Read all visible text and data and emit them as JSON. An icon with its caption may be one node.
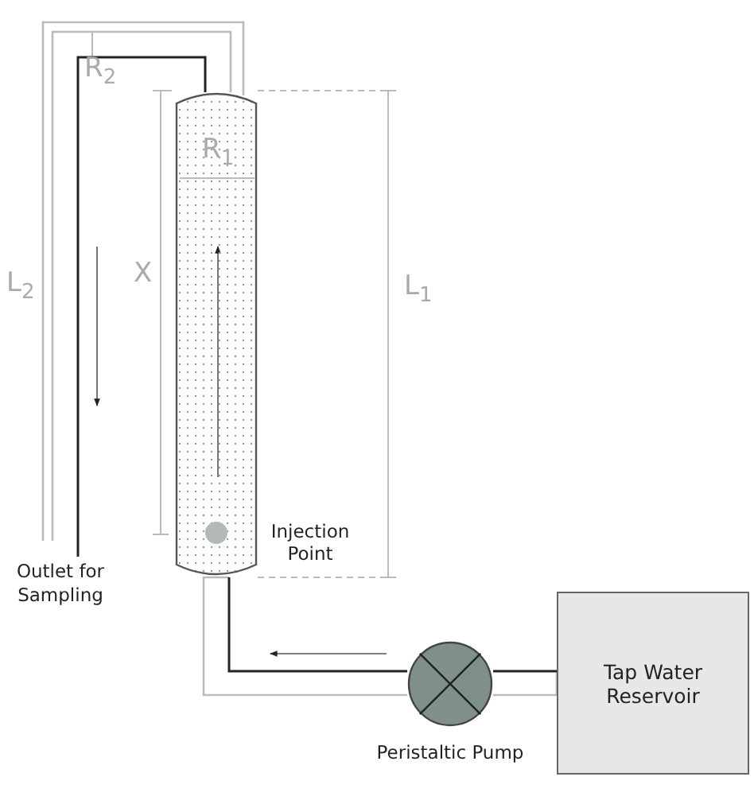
{
  "diagram": {
    "nodes": [
      {
        "text": [],
        "shape": "cylinder"
      },
      {
        "text": [],
        "shape": "circle",
        "in": 0,
        "beside": [
          "Injection Point"
        ]
      },
      {
        "text": [],
        "shape": "circle",
        "beside": [
          "Peristaltic Pump"
        ]
      },
      {
        "text": [
          "Tap Water Reservoir"
        ]
      },
      {
        "text": [
          "Outlet for Sampling"
        ]
      }
    ],
    "edges": [
      {
        "from": 3,
        "to": 2,
        "arrow": "none"
      },
      {
        "from": 2,
        "to": 0,
        "arrow": "none"
      },
      {
        "from": 0,
        "to": 4,
        "arrow": "none"
      }
    ],
    "labels": [
      "R$_{2}$",
      "R$_{1}$",
      "L$_{2}$",
      "X",
      "L$_{1}$"
    ]
  }
}
